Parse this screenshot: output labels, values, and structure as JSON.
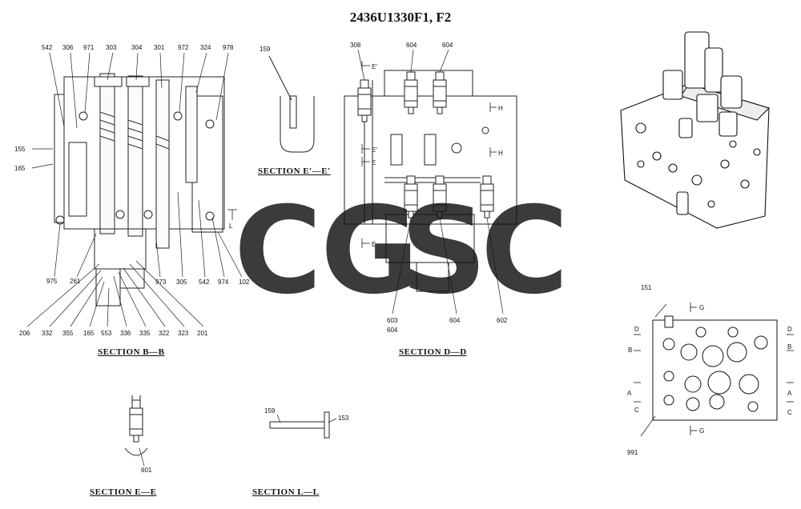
{
  "header": {
    "title": "2436U1330F1, F2"
  },
  "sections": {
    "bb": "SECTION B—B",
    "dd": "SECTION D—D",
    "ee_prime": "SECTION E′—E′",
    "ee": "SECTION E—E",
    "ll": "SECTION L—L"
  },
  "watermark": {
    "letters": [
      "C",
      "G",
      "S",
      "C"
    ],
    "colors": [
      "#5b8ff0",
      "#ef6e6e",
      "#f5c94a",
      "#4bb083"
    ]
  },
  "parts": {
    "bb_top": [
      "542",
      "306",
      "971",
      "303",
      "304",
      "301",
      "972",
      "324",
      "978"
    ],
    "bb_left": [
      "155",
      "165",
      "975"
    ],
    "bb_right": [
      "973",
      "305",
      "542",
      "974",
      "102",
      "261"
    ],
    "bb_bottom": [
      "206",
      "332",
      "355",
      "165",
      "553",
      "336",
      "335",
      "322",
      "323",
      "201"
    ],
    "ee_prime": "159",
    "dd_top": [
      "308",
      "604",
      "604"
    ],
    "dd_bottom": [
      "603",
      "604",
      "604",
      "602"
    ],
    "ee": "601",
    "ll": [
      "159",
      "153"
    ],
    "plan": [
      "151",
      "991"
    ]
  },
  "markers": {
    "e_prime": "E′",
    "e": "E",
    "h": "H",
    "l": "L",
    "g": "G",
    "d": "D",
    "b": "B",
    "a": "A",
    "c": "C"
  }
}
